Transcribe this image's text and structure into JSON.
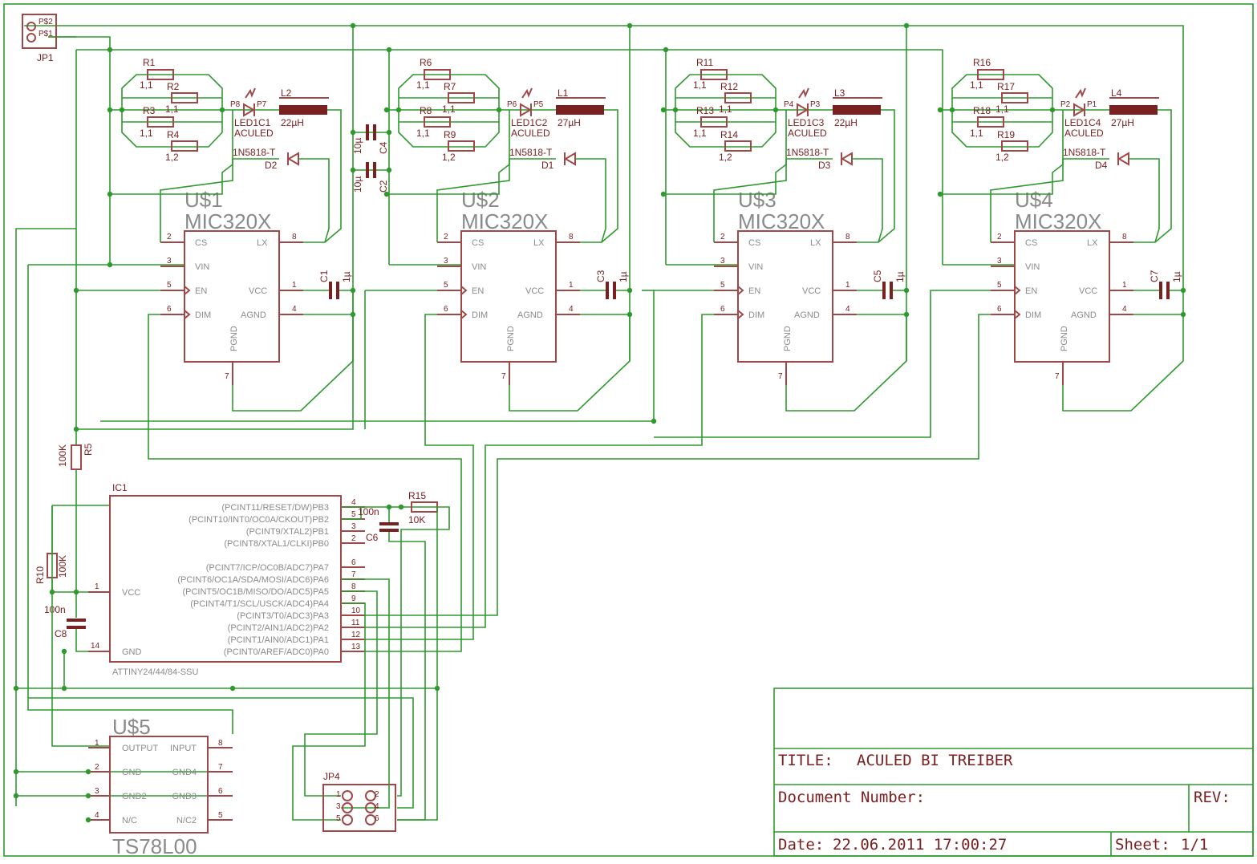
{
  "title_block": {
    "title_label": "TITLE:",
    "title": "ACULED BI TREIBER",
    "doc_label": "Document Number:",
    "rev_label": "REV:",
    "date_label": "Date:",
    "date": "22.06.2011 17:00:27",
    "sheet_label": "Sheet:",
    "sheet": "1/1"
  },
  "connector_jp1": {
    "name": "JP1",
    "pins": [
      "P$2",
      "P$1"
    ]
  },
  "drivers": [
    {
      "name": "U$1",
      "value": "MIC320X",
      "resistors": [
        {
          "name": "R1",
          "value": "1,1"
        },
        {
          "name": "R2",
          "value": "1,1"
        },
        {
          "name": "R3",
          "value": "1,1"
        },
        {
          "name": "R4",
          "value": "1,2"
        }
      ],
      "led": {
        "name": "LED1C1",
        "value": "ACULED",
        "pin_a": "P8",
        "pin_k": "P7"
      },
      "inductor": {
        "name": "L2",
        "value": "22µH"
      },
      "diode": {
        "name": "D2",
        "value": "1N5818-T"
      },
      "cap": {
        "name": "C1",
        "value": "1µ"
      }
    },
    {
      "name": "U$2",
      "value": "MIC320X",
      "resistors": [
        {
          "name": "R6",
          "value": "1,1"
        },
        {
          "name": "R7",
          "value": "1,1"
        },
        {
          "name": "R8",
          "value": "1,1"
        },
        {
          "name": "R9",
          "value": "1,2"
        }
      ],
      "led": {
        "name": "LED1C2",
        "value": "ACULED",
        "pin_a": "P6",
        "pin_k": "P5"
      },
      "inductor": {
        "name": "L1",
        "value": "27µH"
      },
      "diode": {
        "name": "D1",
        "value": "1N5818-T"
      },
      "cap": {
        "name": "C3",
        "value": "1µ"
      }
    },
    {
      "name": "U$3",
      "value": "MIC320X",
      "resistors": [
        {
          "name": "R11",
          "value": "1,1"
        },
        {
          "name": "R12",
          "value": "1,1"
        },
        {
          "name": "R13",
          "value": "1,1"
        },
        {
          "name": "R14",
          "value": "1,2"
        }
      ],
      "led": {
        "name": "LED1C3",
        "value": "ACULED",
        "pin_a": "P4",
        "pin_k": "P3"
      },
      "inductor": {
        "name": "L3",
        "value": "22µH"
      },
      "diode": {
        "name": "D3",
        "value": "1N5818-T"
      },
      "cap": {
        "name": "C5",
        "value": "1µ"
      }
    },
    {
      "name": "U$4",
      "value": "MIC320X",
      "resistors": [
        {
          "name": "R16",
          "value": "1,1"
        },
        {
          "name": "R17",
          "value": "1,1"
        },
        {
          "name": "R18",
          "value": "1,1"
        },
        {
          "name": "R19",
          "value": "1,2"
        }
      ],
      "led": {
        "name": "LED1C4",
        "value": "ACULED",
        "pin_a": "P2",
        "pin_k": "P1"
      },
      "inductor": {
        "name": "L4",
        "value": "27µH"
      },
      "diode": {
        "name": "D4",
        "value": "1N5818-T"
      },
      "cap": {
        "name": "C7",
        "value": "1µ"
      }
    }
  ],
  "mic_pins": {
    "cs": "CS",
    "vin": "VIN",
    "en": "EN",
    "dim": "DIM",
    "lx": "LX",
    "vcc": "VCC",
    "agnd": "AGND",
    "pgnd": "PGND",
    "n2": "2",
    "n3": "3",
    "n5": "5",
    "n6": "6",
    "n8": "8",
    "n1": "1",
    "n4": "4",
    "n7": "7"
  },
  "bulk_caps": [
    {
      "name": "C4",
      "value": "10µ"
    },
    {
      "name": "C2",
      "value": "10µ"
    }
  ],
  "ic1": {
    "name": "IC1",
    "part": "ATTINY24/44/84-SSU",
    "left_pins": [
      {
        "num": "1",
        "label": "VCC"
      },
      {
        "num": "14",
        "label": "GND"
      }
    ],
    "right_pins": [
      {
        "num": "4",
        "label": "(PCINT11/RESET/DW)PB3"
      },
      {
        "num": "5",
        "label": "(PCINT10/INT0/OC0A/CKOUT)PB2"
      },
      {
        "num": "3",
        "label": "(PCINT9/XTAL2)PB1"
      },
      {
        "num": "2",
        "label": "(PCINT8/XTAL1/CLKI)PB0"
      },
      {
        "num": "6",
        "label": "(PCINT7/ICP/OC0B/ADC7)PA7"
      },
      {
        "num": "7",
        "label": "(PCINT6/OC1A/SDA/MOSI/ADC6)PA6"
      },
      {
        "num": "8",
        "label": "(PCINT5/OC1B/MISO/DO/ADC5)PA5"
      },
      {
        "num": "9",
        "label": "(PCINT4/T1/SCL/USCK/ADC4)PA4"
      },
      {
        "num": "10",
        "label": "(PCINT3/T0/ADC3)PA3"
      },
      {
        "num": "11",
        "label": "(PCINT2/AIN1/ADC2)PA2"
      },
      {
        "num": "12",
        "label": "(PCINT1/AIN0/ADC1)PA1"
      },
      {
        "num": "13",
        "label": "(PCINT0/AREF/ADC0)PA0"
      }
    ]
  },
  "passives": {
    "r5": {
      "name": "R5",
      "value": "100K"
    },
    "r10": {
      "name": "R10",
      "value": "100K"
    },
    "r15": {
      "name": "R15",
      "value": "10K"
    },
    "c6": {
      "name": "C6",
      "value": "100n"
    },
    "c8": {
      "name": "C8",
      "value": "100n"
    }
  },
  "regulator": {
    "name": "U$5",
    "part": "TS78L00",
    "pins": [
      {
        "num": "1",
        "label": "OUTPUT"
      },
      {
        "num": "8",
        "label": "INPUT"
      },
      {
        "num": "2",
        "label": "GND"
      },
      {
        "num": "7",
        "label": "GND4"
      },
      {
        "num": "3",
        "label": "GND2"
      },
      {
        "num": "6",
        "label": "GND3"
      },
      {
        "num": "4",
        "label": "N/C"
      },
      {
        "num": "5",
        "label": "N/C2"
      }
    ]
  },
  "connector_jp4": {
    "name": "JP4",
    "pins": [
      "1",
      "2",
      "3",
      "4",
      "5",
      "6"
    ]
  }
}
